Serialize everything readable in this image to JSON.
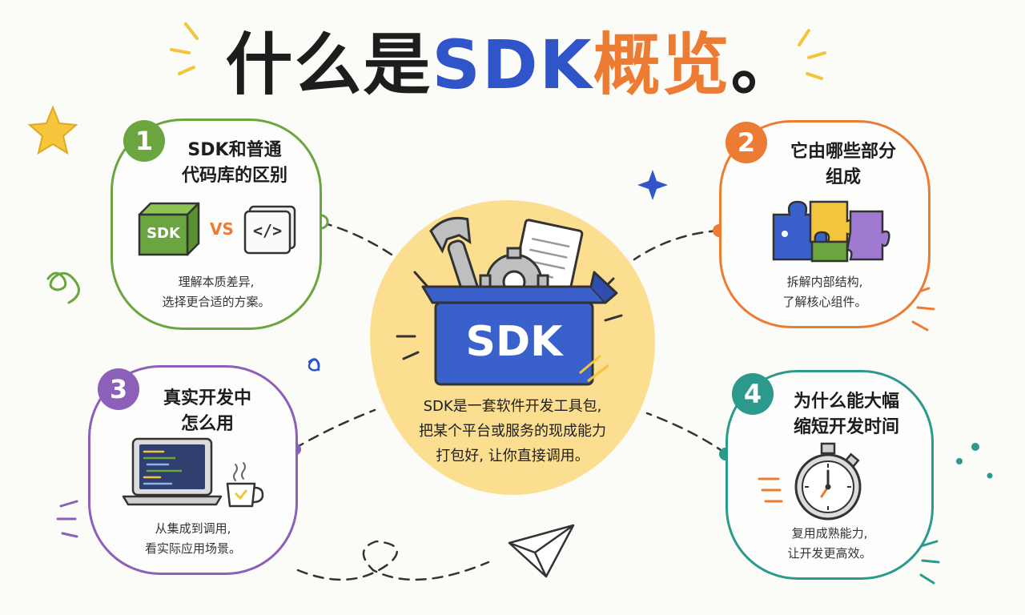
{
  "title": {
    "part1": "什么是",
    "part2": "SDK",
    "part3": "概览",
    "end": "。"
  },
  "center": {
    "box_label": "SDK",
    "lines": [
      "SDK是一套软件开发工具包,",
      "把某个平台或服务的现成能力",
      "打包好, 让你直接调用。"
    ]
  },
  "cards": [
    {
      "num": "1",
      "title_lines": [
        "SDK和普通",
        "代码库的区别"
      ],
      "desc_lines": [
        "理解本质差异,",
        "选择更合适的方案。"
      ],
      "icon_labels": {
        "box": "SDK",
        "vs": "VS",
        "code": "</>"
      }
    },
    {
      "num": "2",
      "title_lines": [
        "它由哪些部分",
        "组成"
      ],
      "desc_lines": [
        "拆解内部结构,",
        "了解核心组件。"
      ]
    },
    {
      "num": "3",
      "title_lines": [
        "真实开发中",
        "怎么用"
      ],
      "desc_lines": [
        "从集成到调用,",
        "看实际应用场景。"
      ]
    },
    {
      "num": "4",
      "title_lines": [
        "为什么能大幅",
        "缩短开发时间"
      ],
      "desc_lines": [
        "复用成熟能力,",
        "让开发更高效。"
      ]
    }
  ],
  "colors": {
    "green": "#6aa53f",
    "orange": "#ec7b34",
    "purple": "#8c5fb8",
    "teal": "#2b9a8c",
    "blue": "#2f55c8",
    "yellow": "#fbde90"
  }
}
